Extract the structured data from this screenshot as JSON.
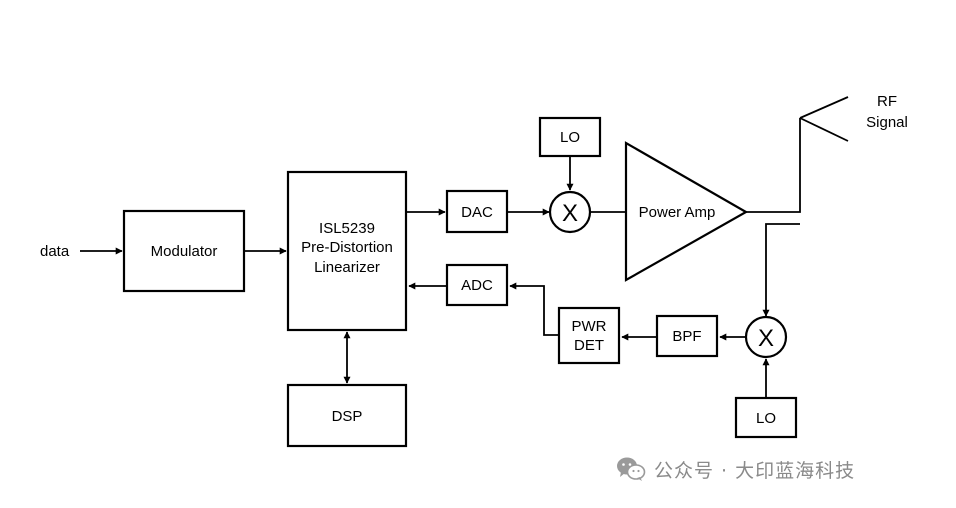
{
  "diagram": {
    "blocks": {
      "modulator": "Modulator",
      "linearizer": [
        "ISL5239",
        "Pre-Distortion",
        "Linearizer"
      ],
      "dsp": "DSP",
      "dac": "DAC",
      "adc": "ADC",
      "lo_top": "LO",
      "lo_bottom": "LO",
      "power_amp": "Power Amp",
      "pwr_det": [
        "PWR",
        "DET"
      ],
      "bpf": "BPF",
      "mixer_symbol": "X"
    },
    "input_label": "data",
    "output_label": [
      "RF",
      "Signal"
    ]
  },
  "watermark": {
    "text": "公众号 · 大印蓝海科技",
    "icon": "wechat-icon",
    "color": "#8a8a8a"
  }
}
